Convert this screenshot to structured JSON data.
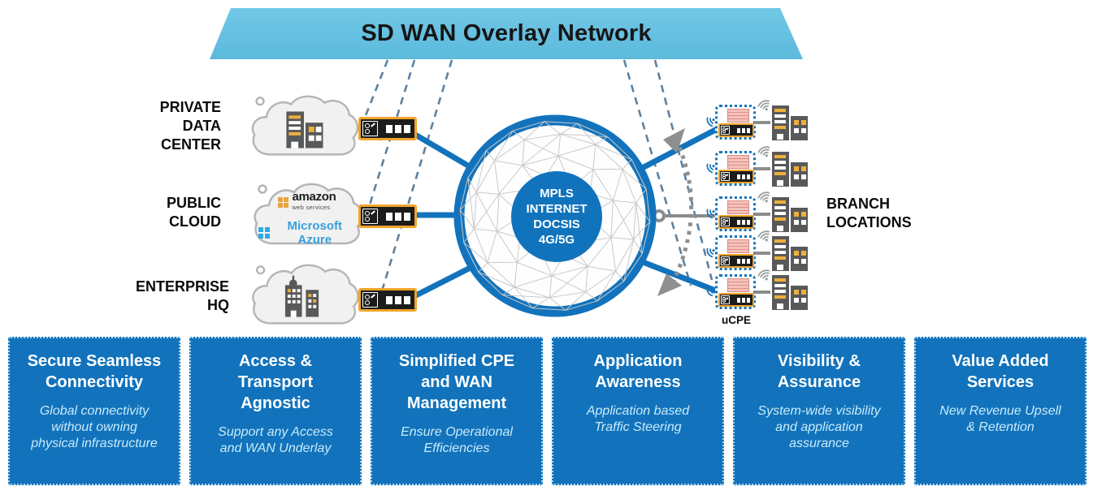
{
  "banner": {
    "title": "SD WAN Overlay Network"
  },
  "left_nodes": [
    {
      "id": "private-data-center",
      "label": "PRIVATE\nDATA\nCENTER"
    },
    {
      "id": "public-cloud",
      "label": "PUBLIC\nCLOUD"
    },
    {
      "id": "enterprise-hq",
      "label": "ENTERPRISE\nHQ"
    }
  ],
  "public_cloud_logos": {
    "amazon": "amazon",
    "amazon_sub": "web services",
    "azure": "Microsoft Azure"
  },
  "core": {
    "label": "MPLS\nINTERNET\nDOCSIS\n4G/5G"
  },
  "branches": {
    "label": "BRANCH\nLOCATIONS",
    "count": 5,
    "ucpe_label": "uCPE"
  },
  "benefits": [
    {
      "title": "Secure Seamless\nConnectivity",
      "subtitle": "Global connectivity\nwithout owning\nphysical infrastructure"
    },
    {
      "title": "Access &\nTransport\nAgnostic",
      "subtitle": "Support any Access\nand WAN Underlay"
    },
    {
      "title": "Simplified CPE\nand WAN\nManagement",
      "subtitle": "Ensure Operational\nEfficiencies"
    },
    {
      "title": "Application\nAwareness",
      "subtitle": "Application based\nTraffic Steering"
    },
    {
      "title": "Visibility &\nAssurance",
      "subtitle": "System-wide visibility\nand application\nassurance"
    },
    {
      "title": "Value Added\nServices",
      "subtitle": "New Revenue Upsell\n& Retention"
    }
  ],
  "colors": {
    "primary_blue": "#1273BC",
    "banner_blue": "#66C1E3",
    "benefit_box_blue": "#1273BC",
    "benefit_subtitle": "#C9EBF9",
    "dashed_overlay_line": "#5E819E",
    "gray_link": "#8C8C8C",
    "cpe_border_orange": "#EFA42A",
    "brick_pink": "#F5C2BB",
    "building_gray": "#58595B",
    "building_accent": "#EFAF3C",
    "azure_blue": "#35A0DA",
    "aws_orange": "#E8A33D"
  }
}
